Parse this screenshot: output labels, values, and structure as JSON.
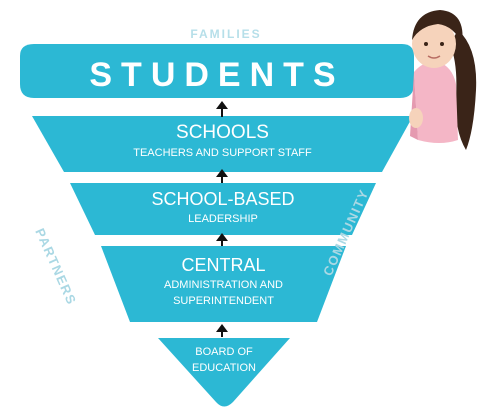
{
  "header": {
    "families": "FAMILIES"
  },
  "sides": {
    "left": "PARTNERS",
    "right": "COMMUNITY"
  },
  "tiers": [
    {
      "title": "STUDENTS",
      "subtitle": ""
    },
    {
      "title": "SCHOOLS",
      "subtitle": "TEACHERS AND SUPPORT STAFF"
    },
    {
      "title": "SCHOOL-BASED",
      "subtitle": "LEADERSHIP"
    },
    {
      "title": "CENTRAL",
      "subtitle_lines": [
        "ADMINISTRATION AND",
        "SUPERINTENDENT"
      ]
    },
    {
      "title_lines": [
        "BOARD OF",
        "EDUCATION"
      ]
    }
  ],
  "colors": {
    "tier": "#2cb8d4",
    "side_text": "#aad8e4",
    "header_text": "#b6dfe9",
    "arrow": "#111111",
    "text": "#ffffff"
  },
  "image": {
    "child": "child-photo",
    "arrow_icon": "arrow-up-icon"
  }
}
